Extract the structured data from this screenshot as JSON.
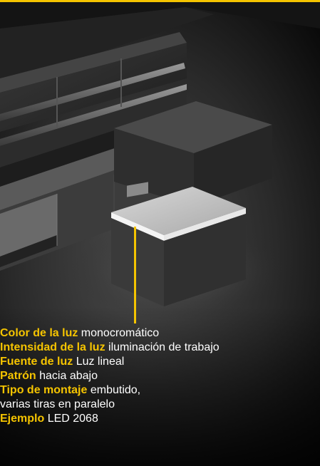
{
  "colors": {
    "accent": "#f5c400",
    "text": "#ffffff",
    "background": "#0a0a0a"
  },
  "scene": {
    "description_icon": "kitchen-island-render"
  },
  "specs": [
    {
      "label": "Color de la luz",
      "value": "monocromático"
    },
    {
      "label": "Intensidad de la luz",
      "value": "iluminación de trabajo"
    },
    {
      "label": "Fuente de luz",
      "value": "Luz lineal"
    },
    {
      "label": "Patrón",
      "value": "hacia abajo"
    },
    {
      "label": "Tipo de montaje",
      "value": "embutido,"
    },
    {
      "label": "",
      "value": "varias tiras en paralelo"
    },
    {
      "label": "Ejemplo",
      "value": "LED 2068"
    }
  ]
}
